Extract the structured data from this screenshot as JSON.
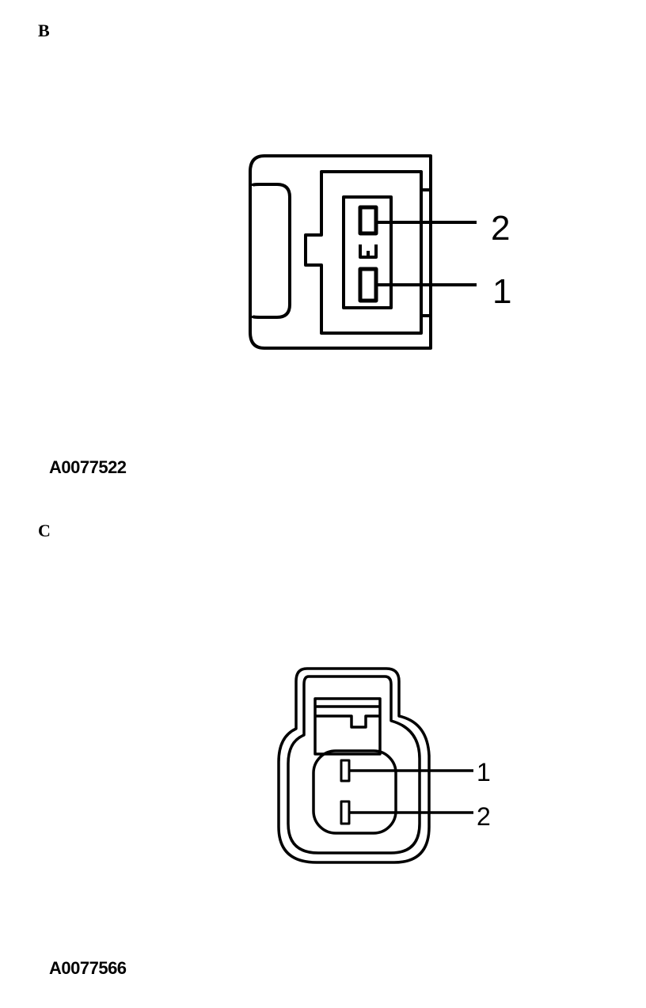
{
  "sections": [
    {
      "letter": "B",
      "figure_code": "A0077522",
      "pin_labels": [
        "2",
        "1"
      ]
    },
    {
      "letter": "C",
      "figure_code": "A0077566",
      "pin_labels": [
        "1",
        "2"
      ]
    }
  ],
  "colors": {
    "ink": "#000000",
    "paper": "#ffffff"
  }
}
